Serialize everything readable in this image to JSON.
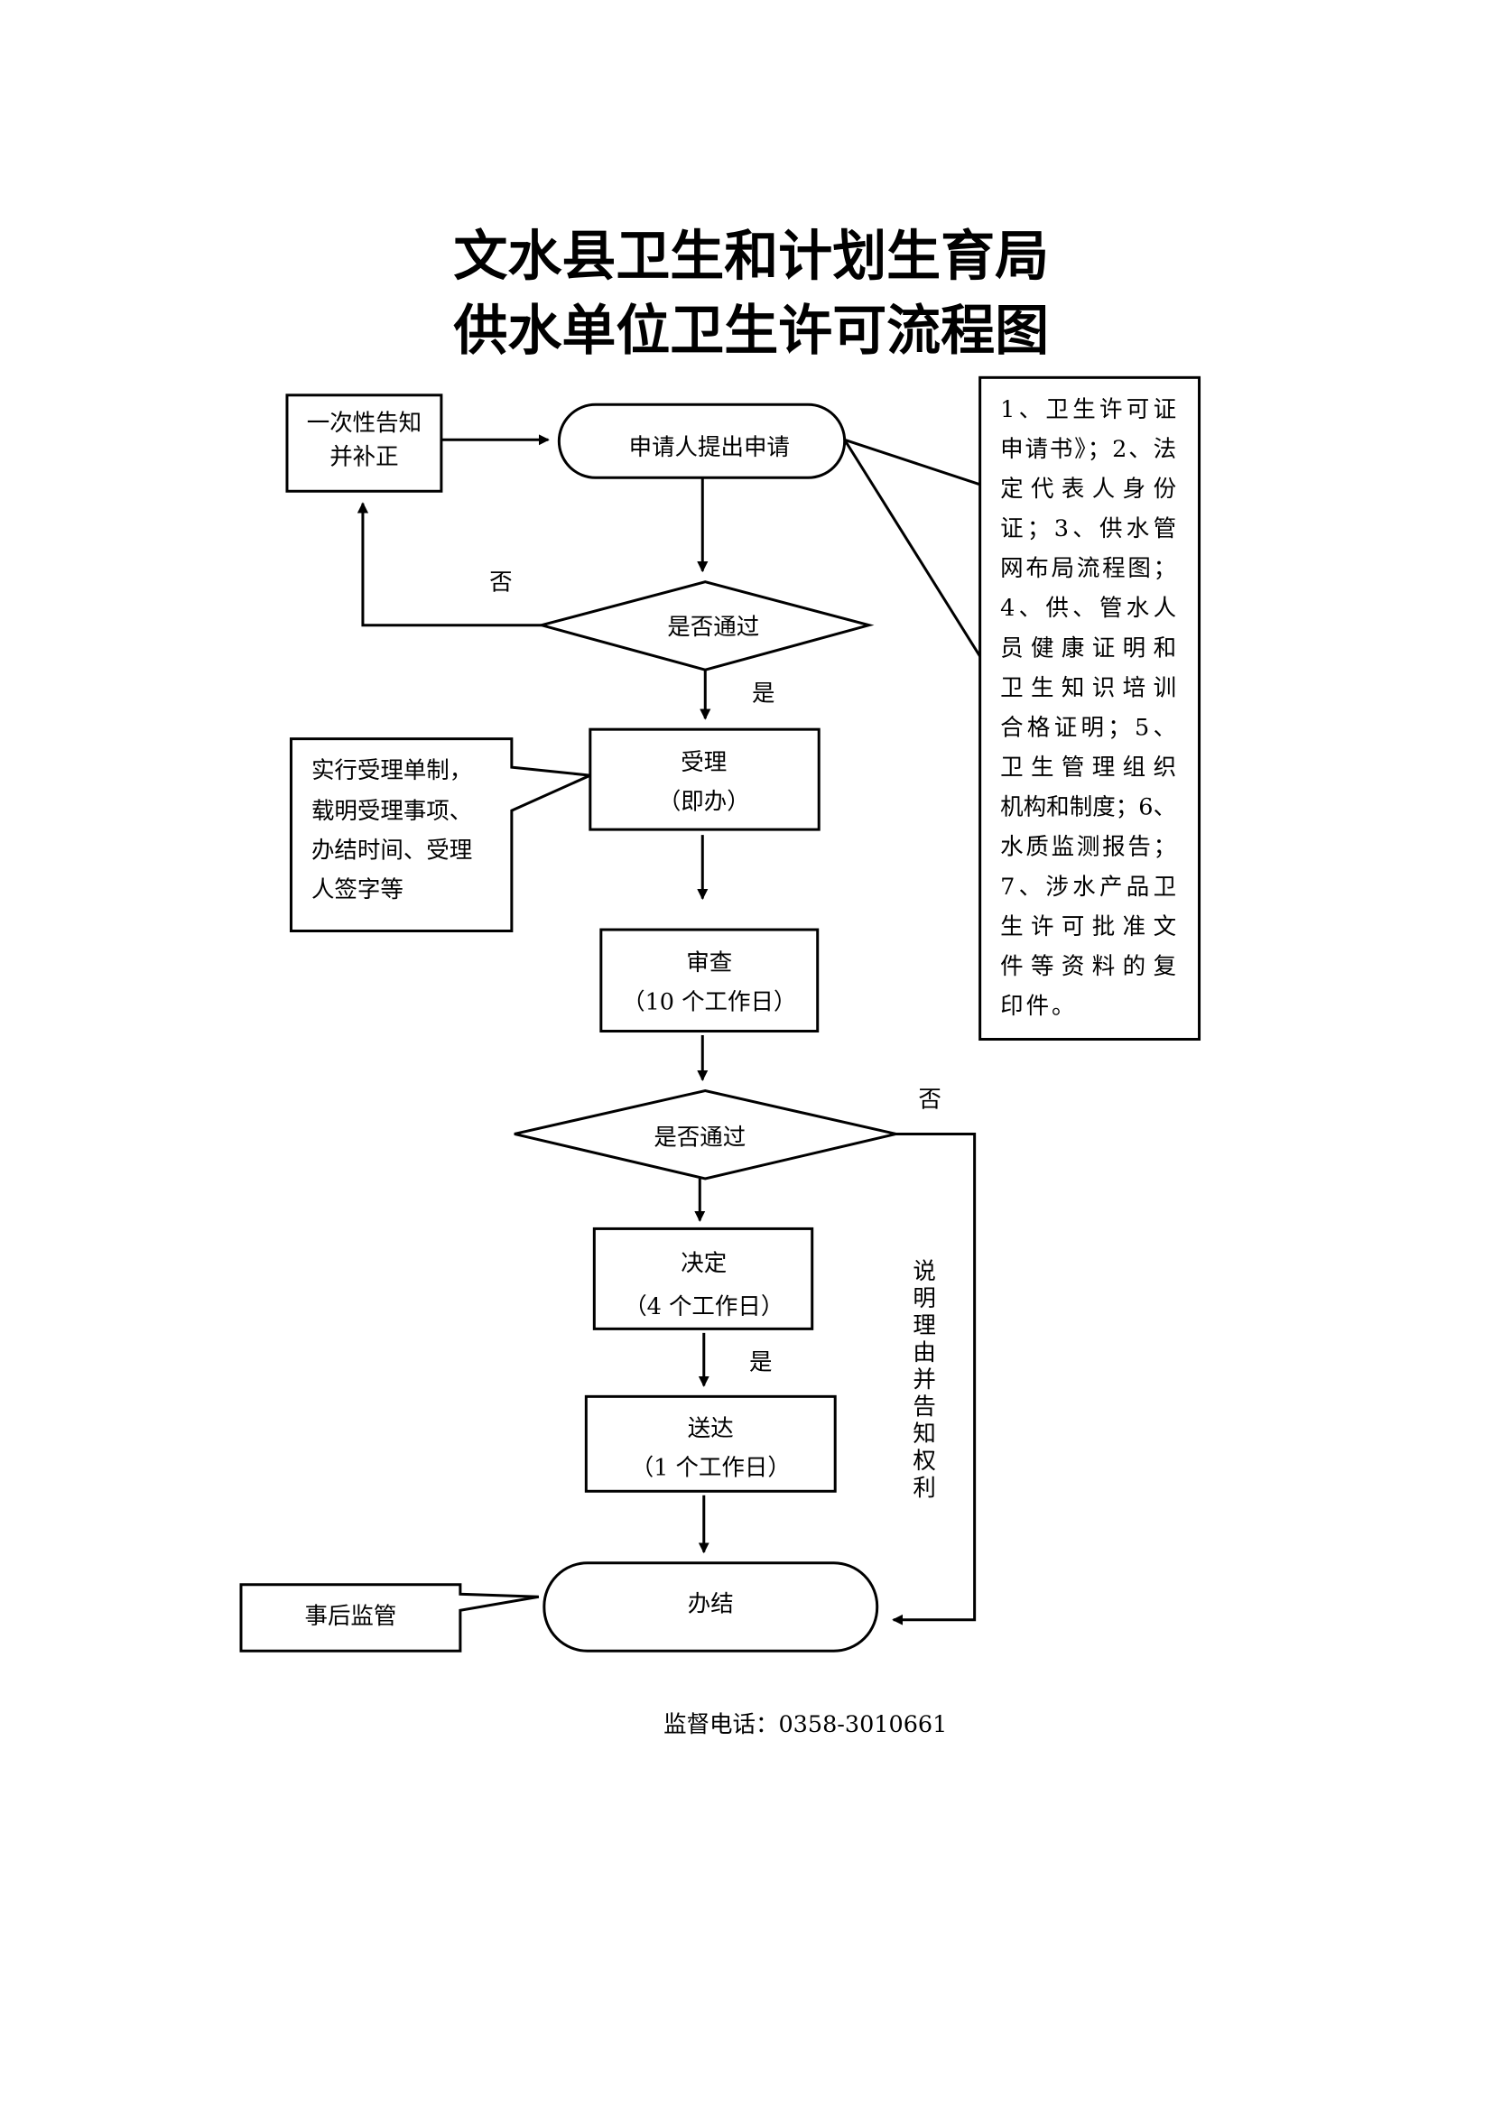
{
  "title": {
    "line1": "文水县卫生和计划生育局",
    "line2": "供水单位卫生许可流程图"
  },
  "nodes": {
    "notify": [
      "一次性告知",
      "并补正"
    ],
    "apply": "申请人提出申请",
    "check1": "是否通过",
    "accept": [
      "受理",
      "（即办）"
    ],
    "accept_note": [
      "实行受理单制，",
      "载明受理事项、",
      "办结时间、受理",
      "人签字等"
    ],
    "review": [
      "审查",
      "（10 个工作日）"
    ],
    "check2": "是否通过",
    "decide": [
      "决定",
      "（4 个工作日）"
    ],
    "deliver": [
      "送达",
      "（1 个工作日）"
    ],
    "finish": "办结",
    "supervise": "事后监管",
    "materials": [
      "1、卫生许可证",
      "申请书》；2、法",
      "定代表人身份",
      "证；3、供水管",
      "网布局流程图；",
      "4、供、管水人",
      "员健康证明和",
      "卫生知识培训",
      "合格证明；5、",
      "卫生管理组织",
      "机构和制度；6、",
      "水质监测报告；",
      "7、涉水产品卫",
      "生许可批准文",
      "件等资料的复",
      "印件。"
    ]
  },
  "edges": {
    "no1": "否",
    "yes1": "是",
    "no2": "否",
    "yes2": "是",
    "reject_note": [
      "说",
      "明",
      "理",
      "由",
      "并",
      "告",
      "知",
      "权",
      "利"
    ]
  },
  "footer": "监督电话：0358-3010661"
}
